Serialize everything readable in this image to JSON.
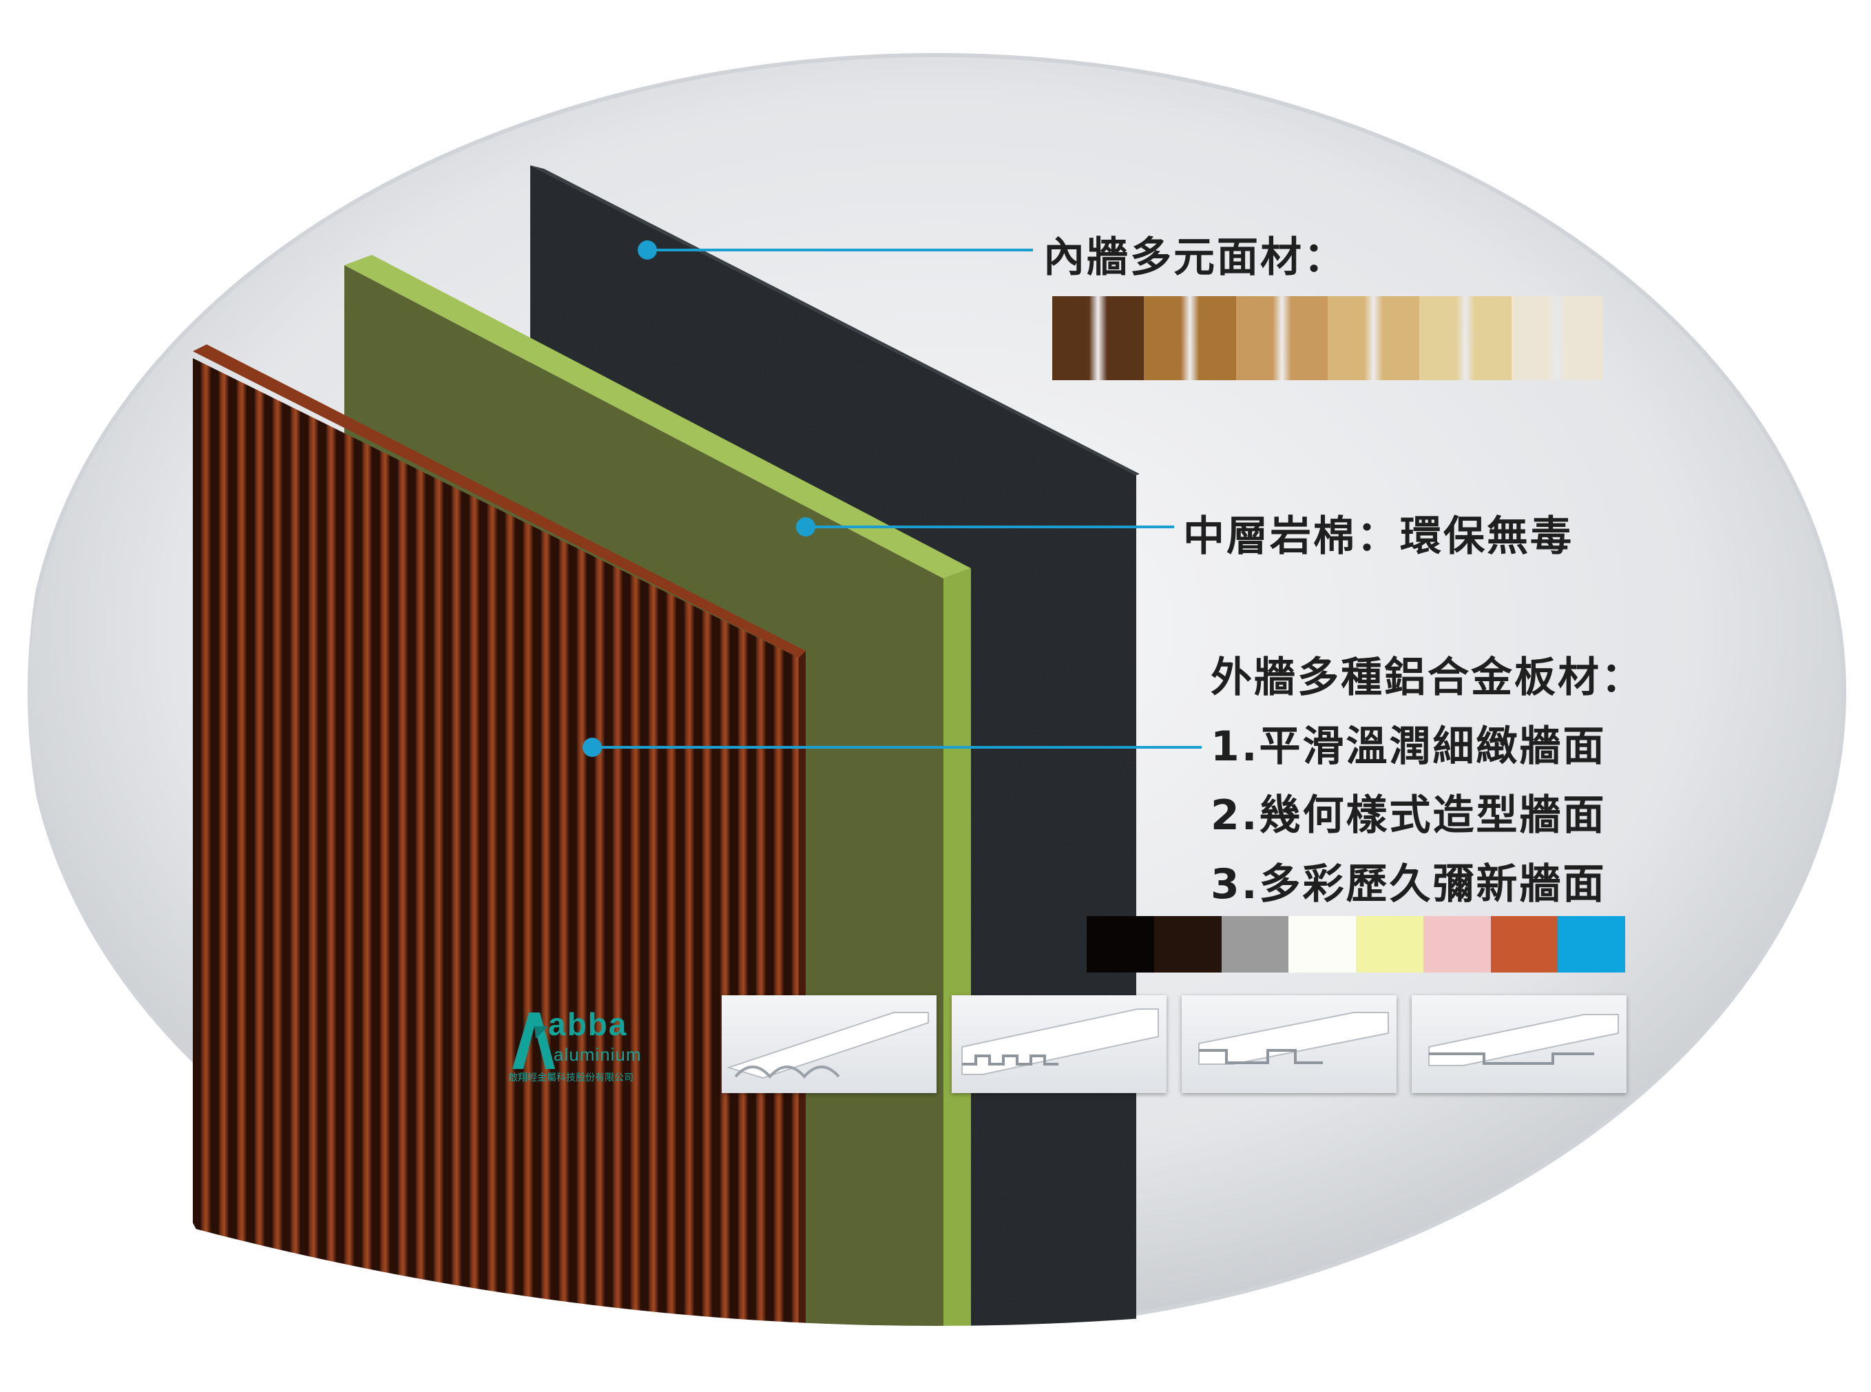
{
  "labels": {
    "inner": "內牆多元面材：",
    "middle": "中層岩棉：環保無毒",
    "outer_title": "外牆多種鋁合金板材：",
    "outer_items": [
      "1.平滑溫潤細緻牆面",
      "2.幾何樣式造型牆面",
      "3.多彩歷久彌新牆面"
    ]
  },
  "wood_finishes": [
    "#5a3418",
    "#a97535",
    "#c89a5e",
    "#d8b679",
    "#e3cf98",
    "#ece5d6"
  ],
  "color_options": [
    "#0a0505",
    "#24140c",
    "#9b9b9b",
    "#fdfdf8",
    "#f3f3a4",
    "#f2c4c6",
    "#c8582f",
    "#0ea4dd"
  ],
  "profile_icons": [
    "round-groove-profile-icon",
    "multi-rib-profile-icon",
    "stepped-profile-icon",
    "flat-step-profile-icon"
  ],
  "brand": {
    "name": "abba",
    "sub": "aluminium",
    "company": "啟翔輕金屬科技股份有限公司",
    "color": "#12a39a"
  },
  "layer_colors": {
    "inner_board": "#1e2226",
    "rock_wool": "#5b6533",
    "rock_wool_edge": "#94b04a",
    "aluminium_panel": "#6b2a14",
    "leader_line": "#1b9fd1"
  }
}
